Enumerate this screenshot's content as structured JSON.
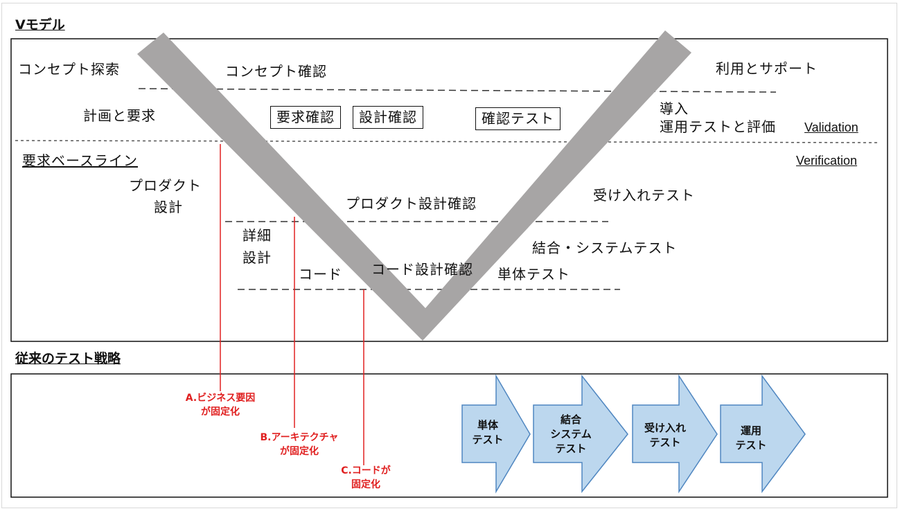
{
  "vmodel": {
    "heading": "Vモデル",
    "concept_exploration": "コンセプト探索",
    "concept_confirmation": "コンセプト確認",
    "use_and_support": "利用とサポート",
    "planning_and_requirements": "計画と要求",
    "requirements_confirmation": "要求確認",
    "design_confirmation": "設計確認",
    "confirmation_test": "確認テスト",
    "introduction": "導入",
    "operation_test_and_evaluation": "運用テストと評価",
    "validation": "Validation",
    "requirements_baseline": "要求ベースライン",
    "verification": "Verification",
    "product_design_line1": "プロダクト",
    "product_design_line2": "設計",
    "product_design_confirmation": "プロダクト設計確認",
    "acceptance_test": "受け入れテスト",
    "detailed_design_line1": "詳細",
    "detailed_design_line2": "設計",
    "integration_system_test": "結合・システムテスト",
    "code": "コード",
    "code_design_confirmation": "コード設計確認",
    "unit_test": "単体テスト"
  },
  "traditional": {
    "heading": "従来のテスト戦略",
    "notes": [
      {
        "line1": "A.ビジネス要因",
        "line2": "が固定化"
      },
      {
        "line1": "B.アーキテクチャ",
        "line2": "が固定化"
      },
      {
        "line1": "C.コードが",
        "line2": "固定化"
      }
    ],
    "arrows": [
      {
        "line1": "単体",
        "line2": "テスト",
        "line3": ""
      },
      {
        "line1": "結合",
        "line2": "システム",
        "line3": "テスト"
      },
      {
        "line1": "受け入れ",
        "line2": "テスト",
        "line3": ""
      },
      {
        "line1": "運用",
        "line2": "テスト",
        "line3": ""
      }
    ]
  },
  "colors": {
    "v_shape": "#a7a5a5",
    "red_line": "#e02020",
    "arrow_fill": "#bcd7ee",
    "arrow_stroke": "#4f86c0"
  }
}
